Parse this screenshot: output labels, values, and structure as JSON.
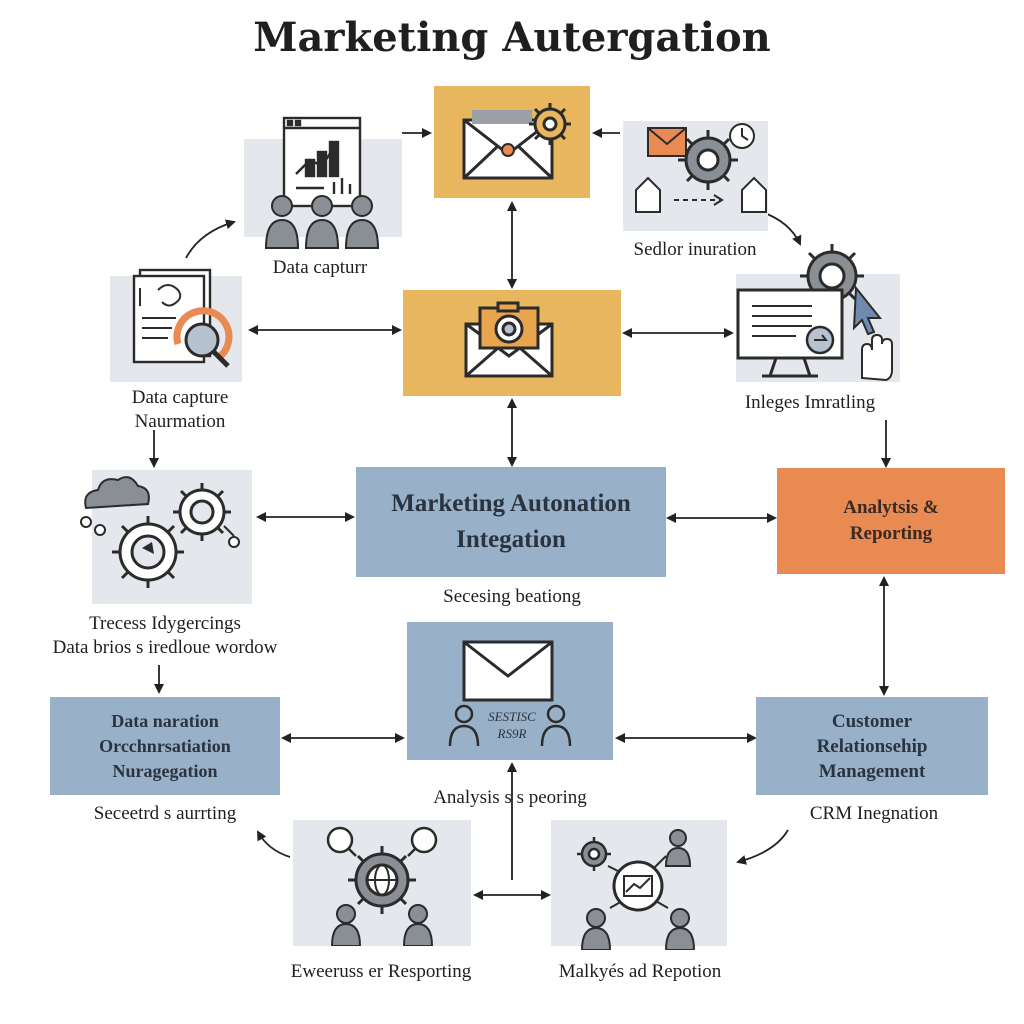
{
  "title": "Marketing Autergation",
  "center": {
    "line1": "Marketing Autonation",
    "line2": "Integation",
    "caption": "Secesing beationg"
  },
  "nodes": {
    "data_capture_top": {
      "label": "Data capturr"
    },
    "email_top": {
      "label": ""
    },
    "sedlor": {
      "label": "Sedlor inuration"
    },
    "data_capture_left": {
      "line1": "Data capture",
      "line2": "Naurmation"
    },
    "email_mid": {
      "label": ""
    },
    "inleges": {
      "label": "Inleges Imratling"
    },
    "process": {
      "line1": "Trecess Idygercings",
      "line2": "Data brios s iredloue wordow"
    },
    "analytics": {
      "line1": "Analytsis &",
      "line2": "Reporting"
    },
    "data_naration": {
      "line1": "Data naration",
      "line2": "Orcchnrsatiation",
      "line3": "Nuragegation",
      "caption": "Seceetrd s aurrting"
    },
    "mail_center": {
      "inner1": "SESTISC",
      "inner2": "RS9R",
      "caption": "Analysis s s peoring"
    },
    "crm": {
      "line1": "Customer",
      "line2": "Relationsehip",
      "line3": "Management",
      "caption": "CRM Inegnation"
    },
    "bottom_left": {
      "label": "Eweeruss er Resporting"
    },
    "bottom_right": {
      "label": "Malkyés ad Repotion"
    }
  },
  "colors": {
    "gray": "#e4e8ec",
    "orange_light": "#e9b660",
    "blue": "#98b1c8",
    "orange": "#e98a52",
    "ink": "#2b2b2b"
  },
  "icons": [
    "dashboard-chart-icon",
    "envelope-gear-icon",
    "mail-gear-clock-icon",
    "document-search-icon",
    "camera-envelope-icon",
    "monitor-cursor-icon",
    "cloud-gears-icon",
    "envelope-icon",
    "people-icon",
    "globe-gear-icon",
    "network-people-icon"
  ]
}
